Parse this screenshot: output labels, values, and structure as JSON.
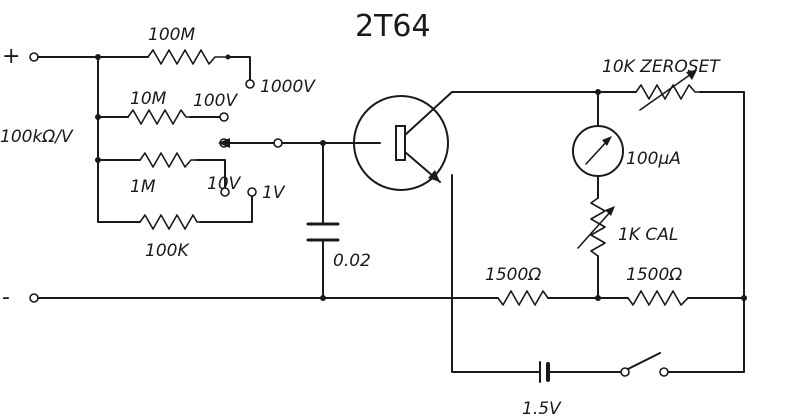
{
  "diagram": {
    "title": "2T64",
    "terminals": {
      "plus": "+",
      "minus": "-"
    },
    "sensitivity": "100kΩ/V",
    "resistors": {
      "r100m": "100M",
      "r10m": "10M",
      "r1m": "1M",
      "r100k": "100K",
      "zero": "10K ZEROSET",
      "cal": "1K CAL",
      "r1500a": "1500Ω",
      "r1500b": "1500Ω"
    },
    "ranges": {
      "v1000": "1000V",
      "v100": "100V",
      "v10": "10V",
      "v1": "1V"
    },
    "capacitor": "0.02",
    "meter": "100μA",
    "battery": "1.5V"
  }
}
